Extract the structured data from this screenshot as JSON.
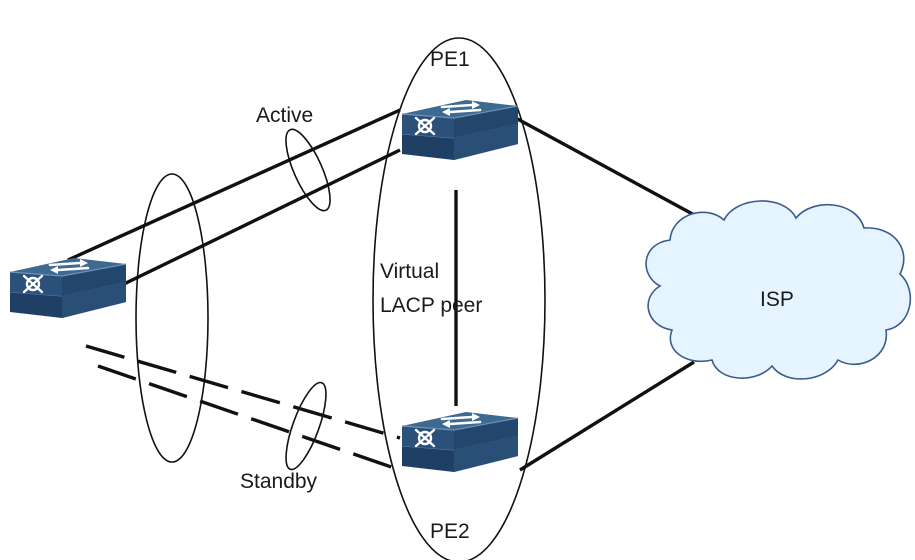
{
  "diagram": {
    "labels": {
      "pe1": "PE1",
      "pe2": "PE2",
      "active": "Active",
      "standby": "Standby",
      "virtual_line1": "Virtual",
      "virtual_line2": "LACP peer",
      "isp": "ISP"
    },
    "nodes": [
      {
        "id": "ce-switch",
        "type": "switch"
      },
      {
        "id": "pe1-switch",
        "type": "switch",
        "label_key": "pe1"
      },
      {
        "id": "pe2-switch",
        "type": "switch",
        "label_key": "pe2"
      },
      {
        "id": "isp-cloud",
        "type": "cloud",
        "label_key": "isp"
      }
    ],
    "links": [
      {
        "from": "ce-switch",
        "to": "pe1-switch",
        "style": "solid",
        "count": 2,
        "role": "active"
      },
      {
        "from": "ce-switch",
        "to": "pe2-switch",
        "style": "dashed",
        "count": 2,
        "role": "standby"
      },
      {
        "from": "pe1-switch",
        "to": "pe2-switch",
        "style": "solid",
        "count": 1
      },
      {
        "from": "pe1-switch",
        "to": "isp-cloud",
        "style": "solid",
        "count": 1
      },
      {
        "from": "pe2-switch",
        "to": "isp-cloud",
        "style": "solid",
        "count": 1
      }
    ],
    "colors": {
      "switch_top": "#3e6a92",
      "switch_side": "#2b5079",
      "switch_front": "#1f3f64",
      "switch_icon": "#ffffff",
      "cloud_fill": "#e6f4ff",
      "cloud_stroke": "#3a5d8c",
      "line": "#111111"
    }
  }
}
